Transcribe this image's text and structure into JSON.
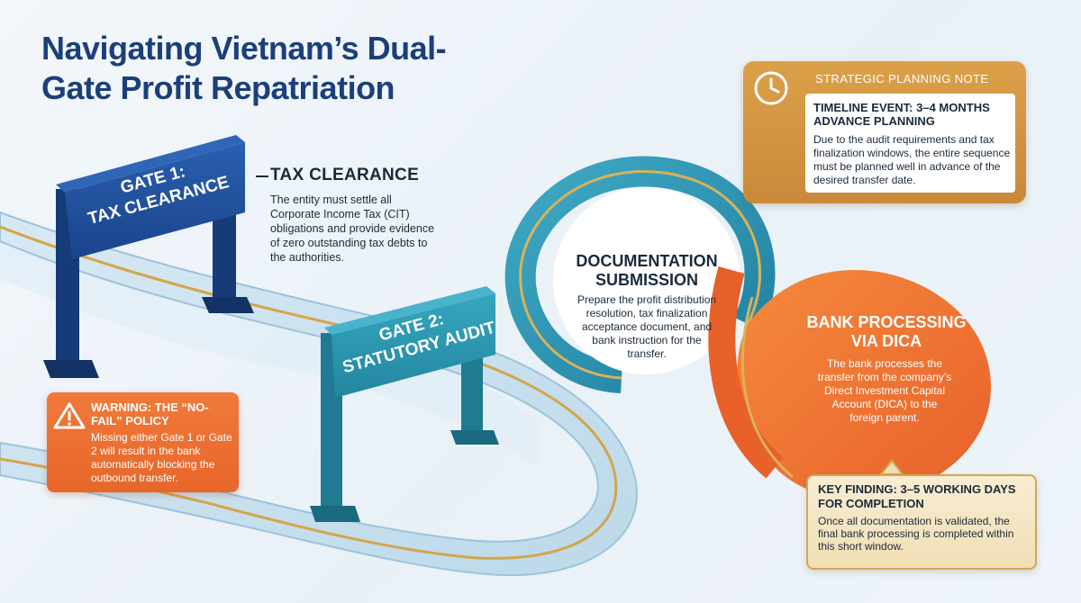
{
  "title": "Navigating Vietnam’s Dual-Gate Profit Repatriation",
  "gate1": {
    "sign_line1": "Gate 1:",
    "sign_line2": "Tax Clearance",
    "heading": "TAX CLEARANCE",
    "body": "The entity must settle all Corporate Income Tax (CIT) obligations and provide evidence of zero outstanding tax debts to the authorities."
  },
  "gate2": {
    "sign_line1": "Gate 2:",
    "sign_line2": "Statutory Audit"
  },
  "documentation": {
    "heading": "DOCUMENTATION SUBMISSION",
    "body": "Prepare the profit distribution resolution, tax finalization acceptance document, and bank instruction for the transfer."
  },
  "bank": {
    "heading": "BANK PROCESSING VIA DICA",
    "body": "The bank processes the transfer from the company’s Direct Investment Capital Account (DICA) to the foreign parent."
  },
  "planning_note": {
    "label": "STRATEGIC PLANNING NOTE",
    "heading": "TIMELINE EVENT: 3–4 MONTHS ADVANCE PLANNING",
    "body": "Due to the audit requirements and tax finalization windows, the entire sequence must be planned well in advance of the desired transfer date.",
    "icon": "clock-icon"
  },
  "warning": {
    "heading": "WARNING: THE “NO-FAIL” POLICY",
    "body": "Missing either Gate 1 or Gate 2 will result in the bank automatically blocking the outbound transfer.",
    "icon": "warning-triangle-icon"
  },
  "key_finding": {
    "heading": "KEY FINDING: 3–5 WORKING DAYS FOR COMPLETION",
    "body": "Once all documentation is validated, the final bank processing is completed within this short window."
  },
  "colors": {
    "gate1": "#1f4c96",
    "gate2": "#2b93ad",
    "teal_ring": "#2a8fb0",
    "orange": "#ef6f2b",
    "gold": "#d9a24a",
    "title": "#1c3f7a"
  }
}
